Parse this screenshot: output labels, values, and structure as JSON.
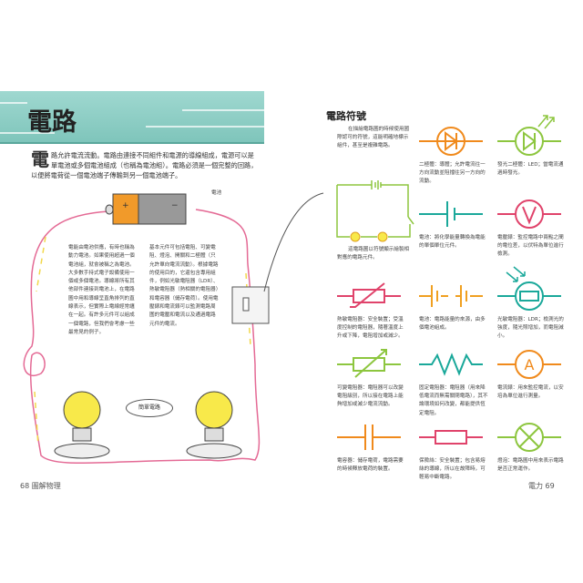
{
  "left_page": {
    "title": "電路",
    "intro_drop": "電",
    "intro": "路允許電流流動。電路由連接不同組件和電源的導線組成，電源可以是單電池或多個電池組成（也稱為電池組）。電路必須是一個完整的回路，以便將電荷從一個電池端子傳輸到另一個電池端子。",
    "battery_label": "電池",
    "battery_plus": "+",
    "battery_minus": "−",
    "col1": "電能由電池供應，有時也稱為動力電池。如果使用超過一個電池組，就會被稱之為電池。大多數手持式電子設備使用一個或多個電池。導線將所有其他部件連接到電池上，在電路圖中用和導線呈直角排列的直線表示，但實際上電線經常纏在一起。有許多元件可以組成一個電路，但我們會考慮一些最常見的例子。",
    "col2": "基本元件可包括電阻、可變電阻、燈泡、開關和二極體（只允許單向電流流動）。根據電路的使用目的，它還包含專用組件，例如光敏電阻器（LDR）、熱敏電阻器（熱相關的電阻器）和電容器（儲存電荷）。使用電壓錶和電流錶可以監測電路周圍的電壓和電流以及通過電路元件的電流。",
    "simple_circuit_label": "簡單電路",
    "page_number": "68",
    "book_title": "圖解物理"
  },
  "right_page": {
    "heading": "電路符號",
    "intro": "在描繪電路圖的時候使用國際認可的符號，這能明確地標示組件，甚至是複雜電路。",
    "diagram_caption": "這電路圖以符號顯示繪製相對應的電路元件。",
    "symbols": [
      {
        "name": "diode",
        "color": "#f08a1c",
        "caption": "二極體：導體；允許電流往一方向流動並阻擋往另一方向的流動。"
      },
      {
        "name": "led",
        "color": "#8dc63f",
        "caption": "發光二極體：LED；當電流通過時發光。"
      },
      {
        "name": "cell",
        "color": "#1aa89a",
        "caption": "電池：將化學能量轉換為電能的單個單位元件。"
      },
      {
        "name": "voltmeter",
        "color": "#e0436b",
        "caption": "電壓錶：監控電路中兩點之間的電位差，以伏特為單位進行檢測。"
      },
      {
        "name": "thermistor",
        "color": "#e0436b",
        "caption": "熱敏電阻器：安全裝置；受溫度控制的電阻器，隨著溫度上升或下降，電阻增加或減少。"
      },
      {
        "name": "battery",
        "color": "#f0a020",
        "caption": "電池：電路能量的來源，由多個電池組成。"
      },
      {
        "name": "ldr",
        "color": "#1aa89a",
        "caption": "光敏電阻器：LDR；檢測光的強度，隨光照增加，而電阻減小。"
      },
      {
        "name": "variable-resistor",
        "color": "#8dc63f",
        "caption": "可變電阻器：電阻器可以改變電阻級別，所以接在電路上能夠增加或減少電流流動。"
      },
      {
        "name": "fixed-resistor",
        "color": "#1aa89a",
        "caption": "固定電阻器：電阻器（用來降低電流而無需關閉電路），其不論環境如何改變，都能提供恆定電阻。"
      },
      {
        "name": "ammeter",
        "color": "#f08a1c",
        "caption": "電流錶：用來監控電流，以安培為單位進行測量。",
        "letter": "A"
      },
      {
        "name": "capacitor",
        "color": "#f08a1c",
        "caption": "電容器：儲存電荷，電路需要的時候釋放電荷的裝置。"
      },
      {
        "name": "fuse",
        "color": "#e0436b",
        "caption": "保險絲：安全裝置；包含易熔絲的導線，所以在故障時，可輕易中斷電路。"
      },
      {
        "name": "lamp",
        "color": "#8dc63f",
        "caption": "燈泡：電路圖中用來表示電路是否正常運作。"
      }
    ],
    "voltmeter_letter": "V",
    "section": "電力",
    "page_number": "69"
  }
}
